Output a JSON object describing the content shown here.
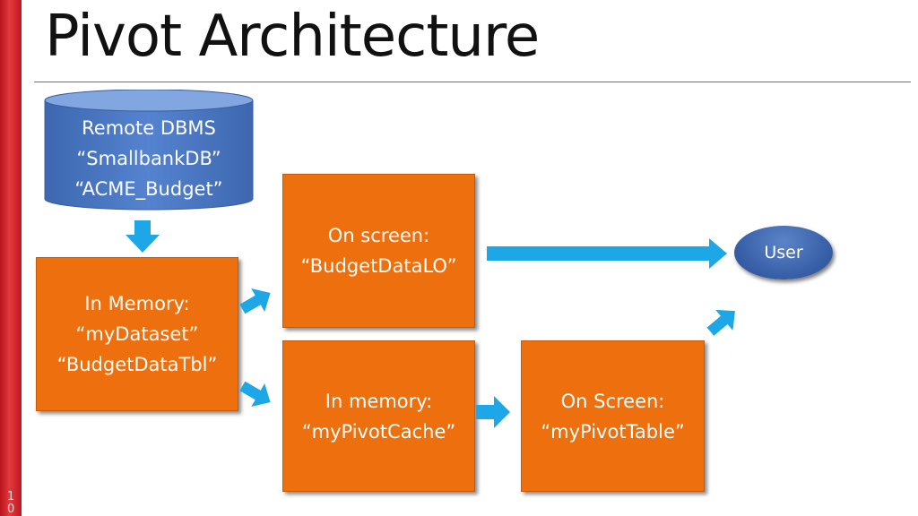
{
  "slide": {
    "title": "Pivot Architecture",
    "number": "10"
  },
  "diagram": {
    "database": {
      "lines": [
        "Remote DBMS",
        "“SmallbankDB”",
        "“ACME_Budget”"
      ],
      "color": "#4a77c3"
    },
    "nodes": {
      "in_memory_dataset": [
        "In Memory:",
        "“myDataset”",
        "“BudgetDataTbl”"
      ],
      "on_screen_lo": [
        "On screen:",
        "“BudgetDataLO”"
      ],
      "in_memory_pivot_cache": [
        "In memory:",
        "“myPivotCache”"
      ],
      "on_screen_pivot_table": [
        "On Screen:",
        "“myPivotTable”"
      ],
      "user": "User"
    },
    "colors": {
      "box": "#ee6f0d",
      "arrow": "#1ea7e6",
      "user": "#3a62aa",
      "sidebar": "#c8161e"
    }
  }
}
